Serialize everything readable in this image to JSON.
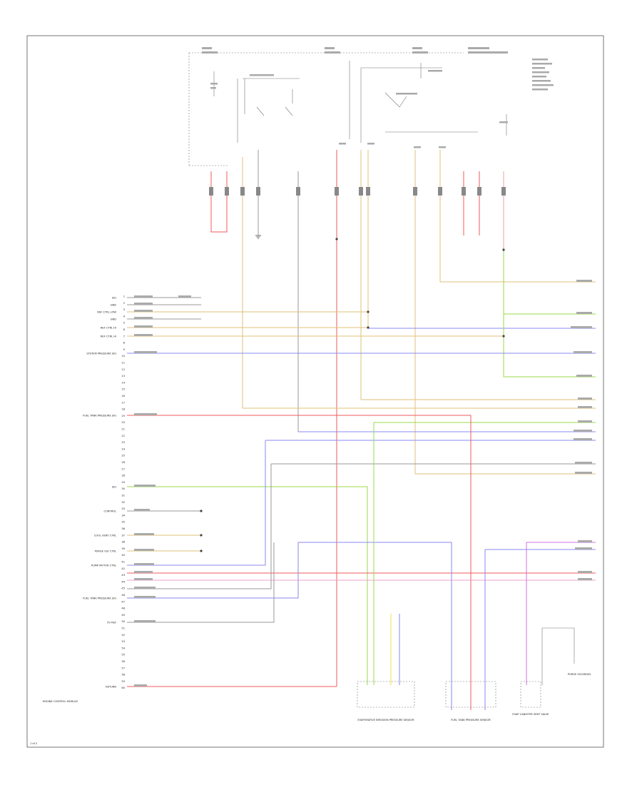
{
  "pins_left": [
    {
      "label": "SIG",
      "color": "#999999"
    },
    {
      "label": "GND",
      "color": "#999999"
    },
    {
      "label": "REF CTRL LOW",
      "color": "#e0c27a"
    },
    {
      "label": "GND",
      "color": "#999999"
    },
    {
      "label": "REF CTRL HI",
      "color": "#e0c27a"
    },
    {
      "label": "REF CTRL HI",
      "color": "#e0c27a"
    },
    {
      "label": "SYSTEM PRESSURE SIG",
      "color": "#8a8af0"
    },
    {
      "label": "FUEL TANK PRESSURE SIG",
      "color": "#f05a5a"
    },
    {
      "label": "SIG",
      "color": "#9ad84a"
    },
    {
      "label": "CONTROL",
      "color": "#999999"
    },
    {
      "label": "COOL VENT CTRL",
      "color": "#e0c27a"
    },
    {
      "label": "PURGE VLV CTRL",
      "color": "#e0c27a"
    },
    {
      "label": "PUMP MOTOR CTRL",
      "color": "#f05a5a"
    },
    {
      "label": "FUEL TANK PRESSURE SIG",
      "color": "#8a8af0"
    },
    {
      "label": "5V REF",
      "color": "#999999"
    },
    {
      "label": "RETURN",
      "color": "#f05a5a"
    }
  ],
  "bottom_left_note": "ENGINE CONTROL MODULE",
  "page_number": "1 of 2",
  "components": [
    {
      "label": "EVAPORATIVE EMISSION PRESSURE SENSOR"
    },
    {
      "label": "FUEL TANK PRESSURE SENSOR"
    },
    {
      "label": "EVAP CANISTER VENT VALVE"
    },
    {
      "label": "PURGE SOLENOID"
    }
  ],
  "icons": {
    "ground": "ground-icon",
    "splice": "splice-icon"
  }
}
